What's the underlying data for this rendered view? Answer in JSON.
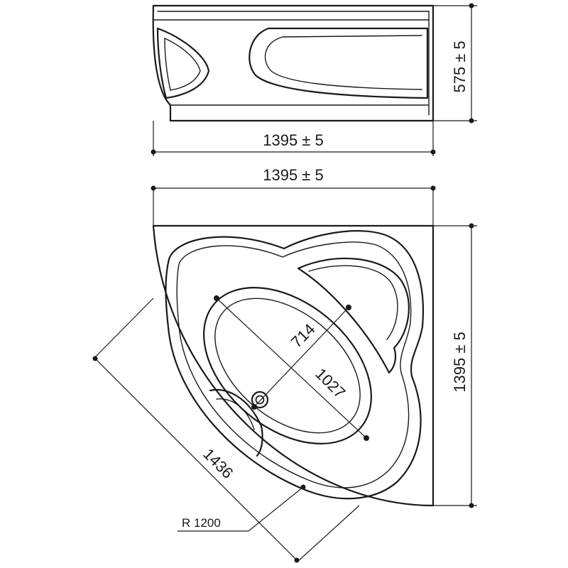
{
  "side_view": {
    "width_label": "1395 ± 5",
    "height_label": "575 ± 5"
  },
  "top_view": {
    "width_label": "1395 ± 5",
    "height_label": "1395 ± 5",
    "diagonal_label": "1436",
    "inner_long_label": "1027",
    "inner_short_label": "714",
    "radius_label": "R 1200"
  }
}
